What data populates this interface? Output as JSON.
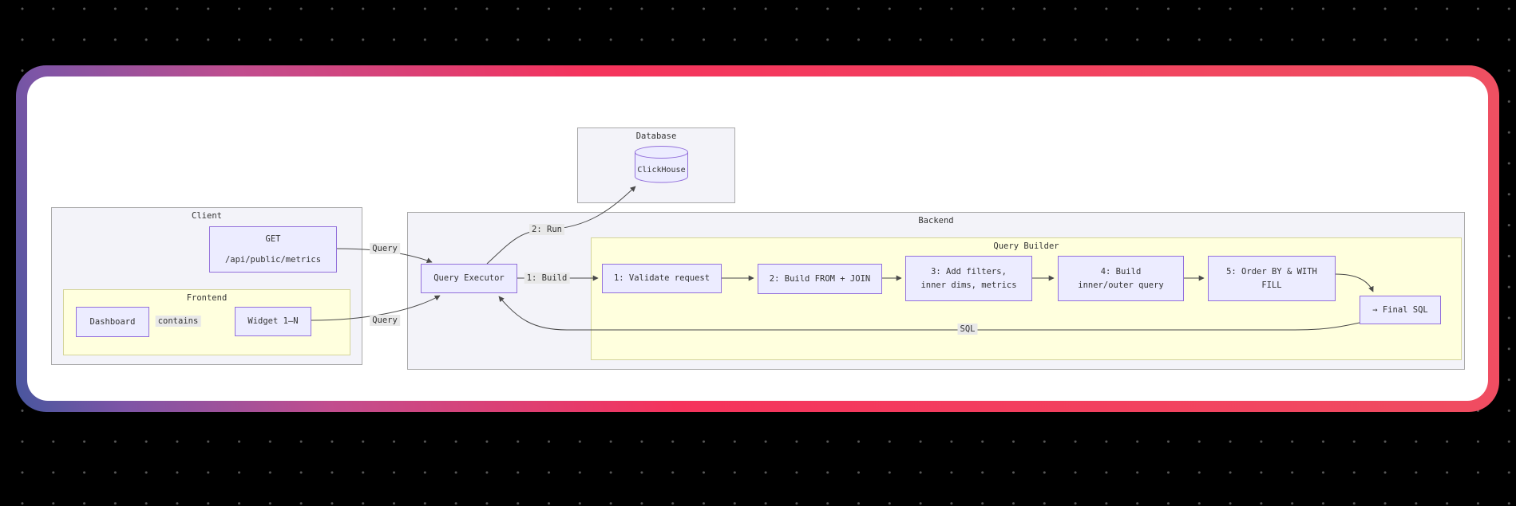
{
  "diagram": {
    "database": {
      "label": "Database",
      "clickhouse": "ClickHouse"
    },
    "client": {
      "label": "Client",
      "get_node": "GET\n/api/public/metrics",
      "frontend": {
        "label": "Frontend",
        "dashboard": "Dashboard",
        "widget": "Widget 1–N"
      }
    },
    "backend": {
      "label": "Backend",
      "executor": "Query Executor",
      "builder": {
        "label": "Query Builder",
        "steps": [
          "1: Validate request",
          "2: Build FROM + JOIN",
          "3: Add filters,\ninner dims, metrics",
          "4: Build\ninner/outer query",
          "5: Order BY & WITH\nFILL",
          "→ Final SQL"
        ]
      }
    },
    "edge_labels": {
      "query_top": "Query",
      "query_bottom": "Query",
      "contains": "contains",
      "run": "2: Run",
      "build": "1: Build",
      "sql": "SQL"
    }
  },
  "colors": {
    "page-bg": "#000000",
    "dot": "#575757",
    "card-bg": "#ffffff",
    "grad-indigo": "#47569e",
    "grad-purple": "#7e55a6",
    "grad-magenta": "#c14d8e",
    "grad-pink": "#f5335c",
    "grad-coral": "#ef5062",
    "cluster-fill": "#f3f3f9",
    "cluster-border": "#aaaaaa",
    "cluster-alt-fill": "#ffffde",
    "cluster-alt-border": "#d4d49a",
    "node-fill": "#ECECFF",
    "node-border": "#9370DB",
    "edge": "#4a4a4a",
    "edge-label-bg": "#e8e8e8",
    "text": "#333333"
  }
}
